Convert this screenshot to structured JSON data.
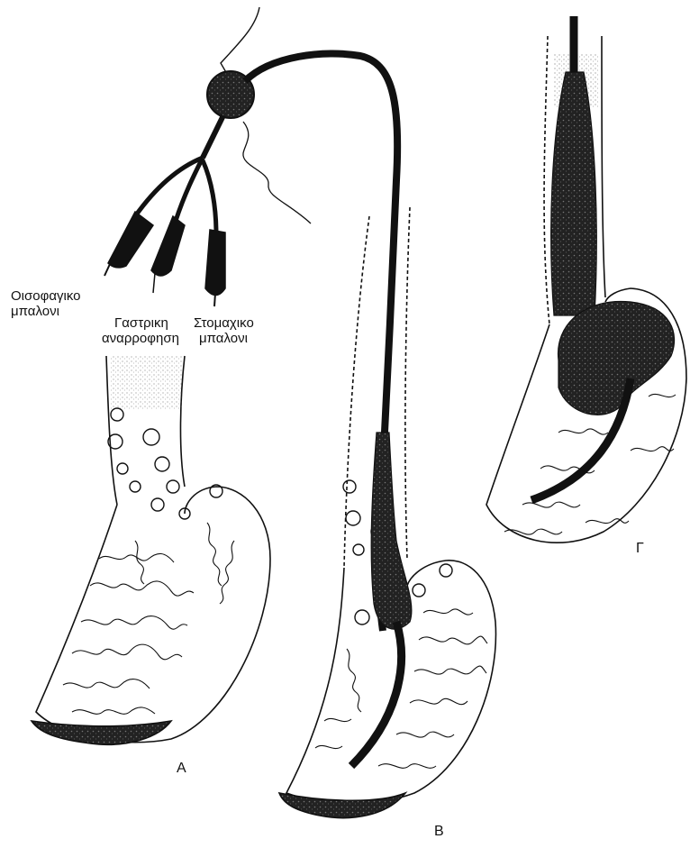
{
  "labels": {
    "esophageal_balloon": [
      "Οισοφαγικο",
      "μπαλονι"
    ],
    "gastric_aspiration": [
      "Γαστρικη",
      "αναρροφηση"
    ],
    "stomach_balloon": [
      "Στομαχικο",
      "μπαλονι"
    ]
  },
  "panels": {
    "a": "A",
    "b": "B",
    "c": "Γ"
  },
  "colors": {
    "ink": "#111111",
    "background": "#ffffff"
  }
}
